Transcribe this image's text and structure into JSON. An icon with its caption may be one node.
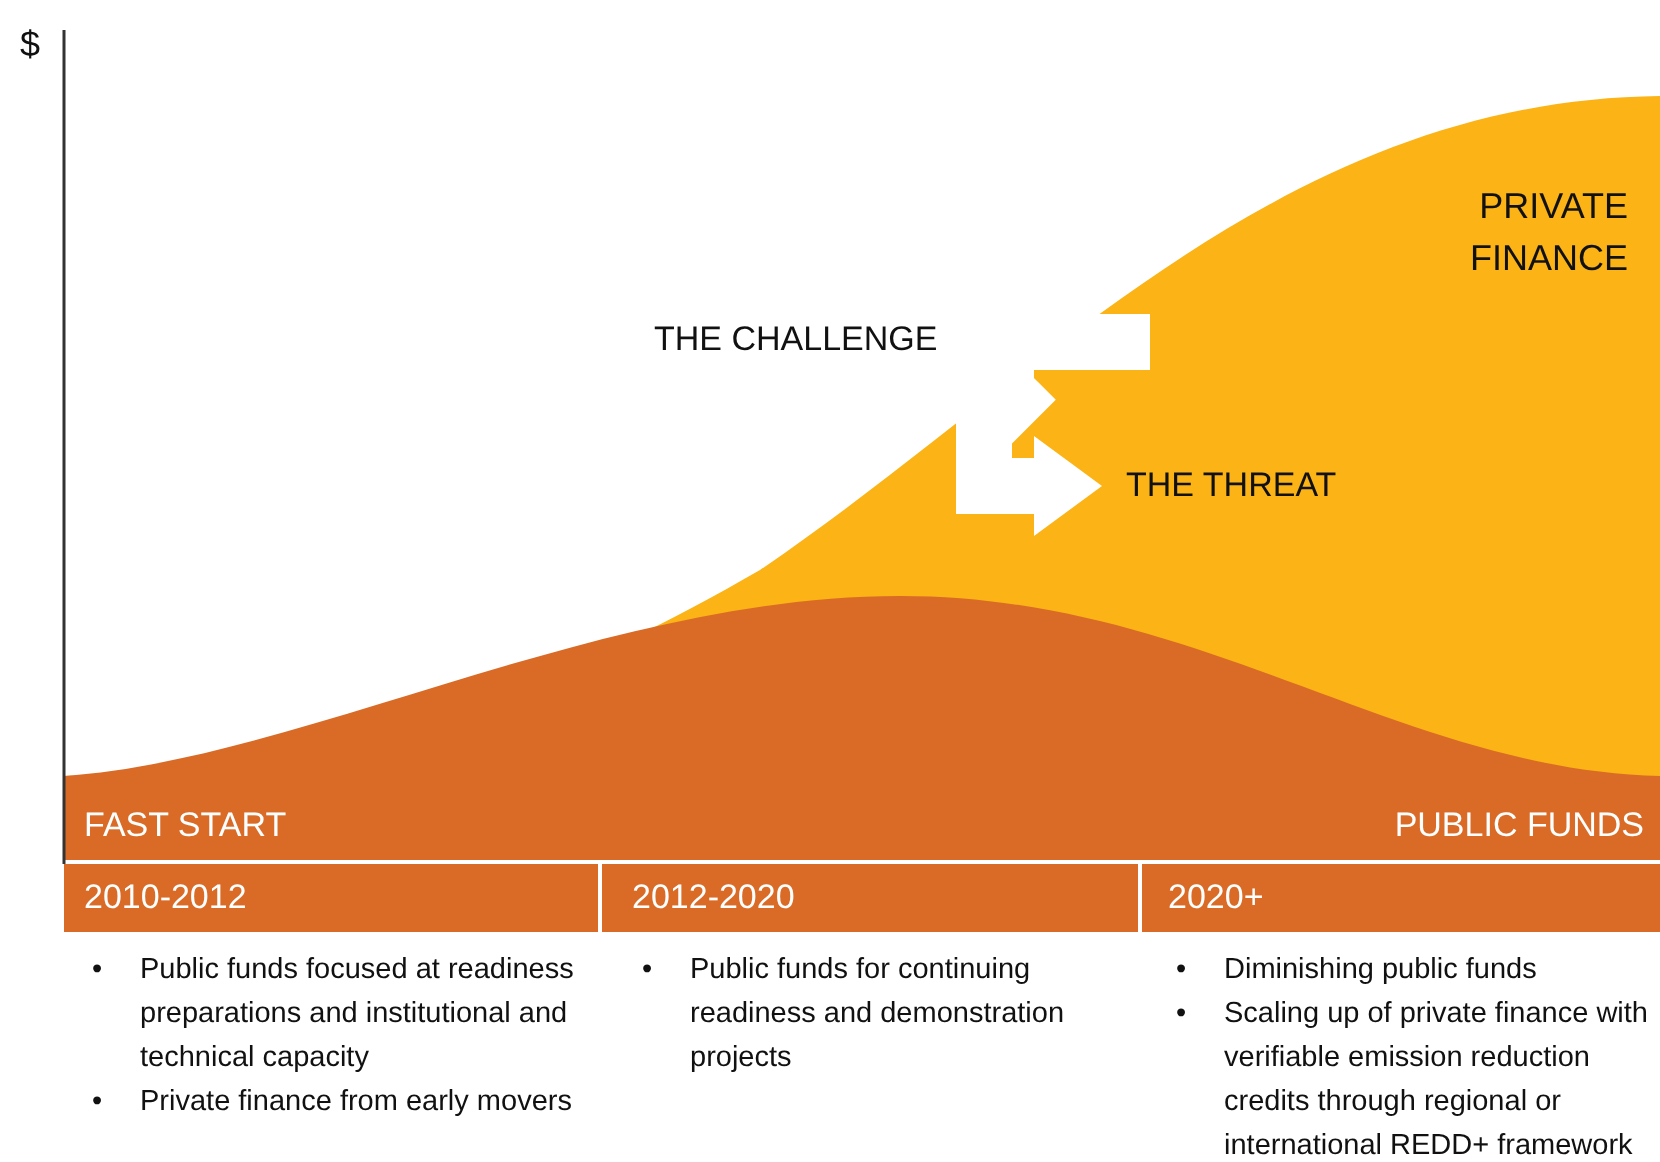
{
  "diagram": {
    "nodes": [
      {
        "text": [
          "THE CHALLENGE"
        ]
      },
      {
        "text": [
          "THE THREAT"
        ]
      }
    ],
    "edges": [
      {
        "from": null,
        "to": 0,
        "arrow": "to"
      },
      {
        "from": null,
        "to": 1,
        "arrow": "to"
      }
    ],
    "labels": [
      "$",
      "PRIVATE FINANCE",
      "FAST START",
      "PUBLIC FUNDS",
      "2010-2012",
      "2012-2020",
      "2020+",
      "•",
      "Public funds focused at readiness preparations and institutional and technical capacity",
      "•",
      "Private finance from early movers",
      "•",
      "Public funds for continuing readiness and demonstration projects",
      "•",
      "Diminishing public funds",
      "•",
      "Scaling up of private finance with verifiable emission reduction credits through regional or international REDD+ framework"
    ]
  }
}
